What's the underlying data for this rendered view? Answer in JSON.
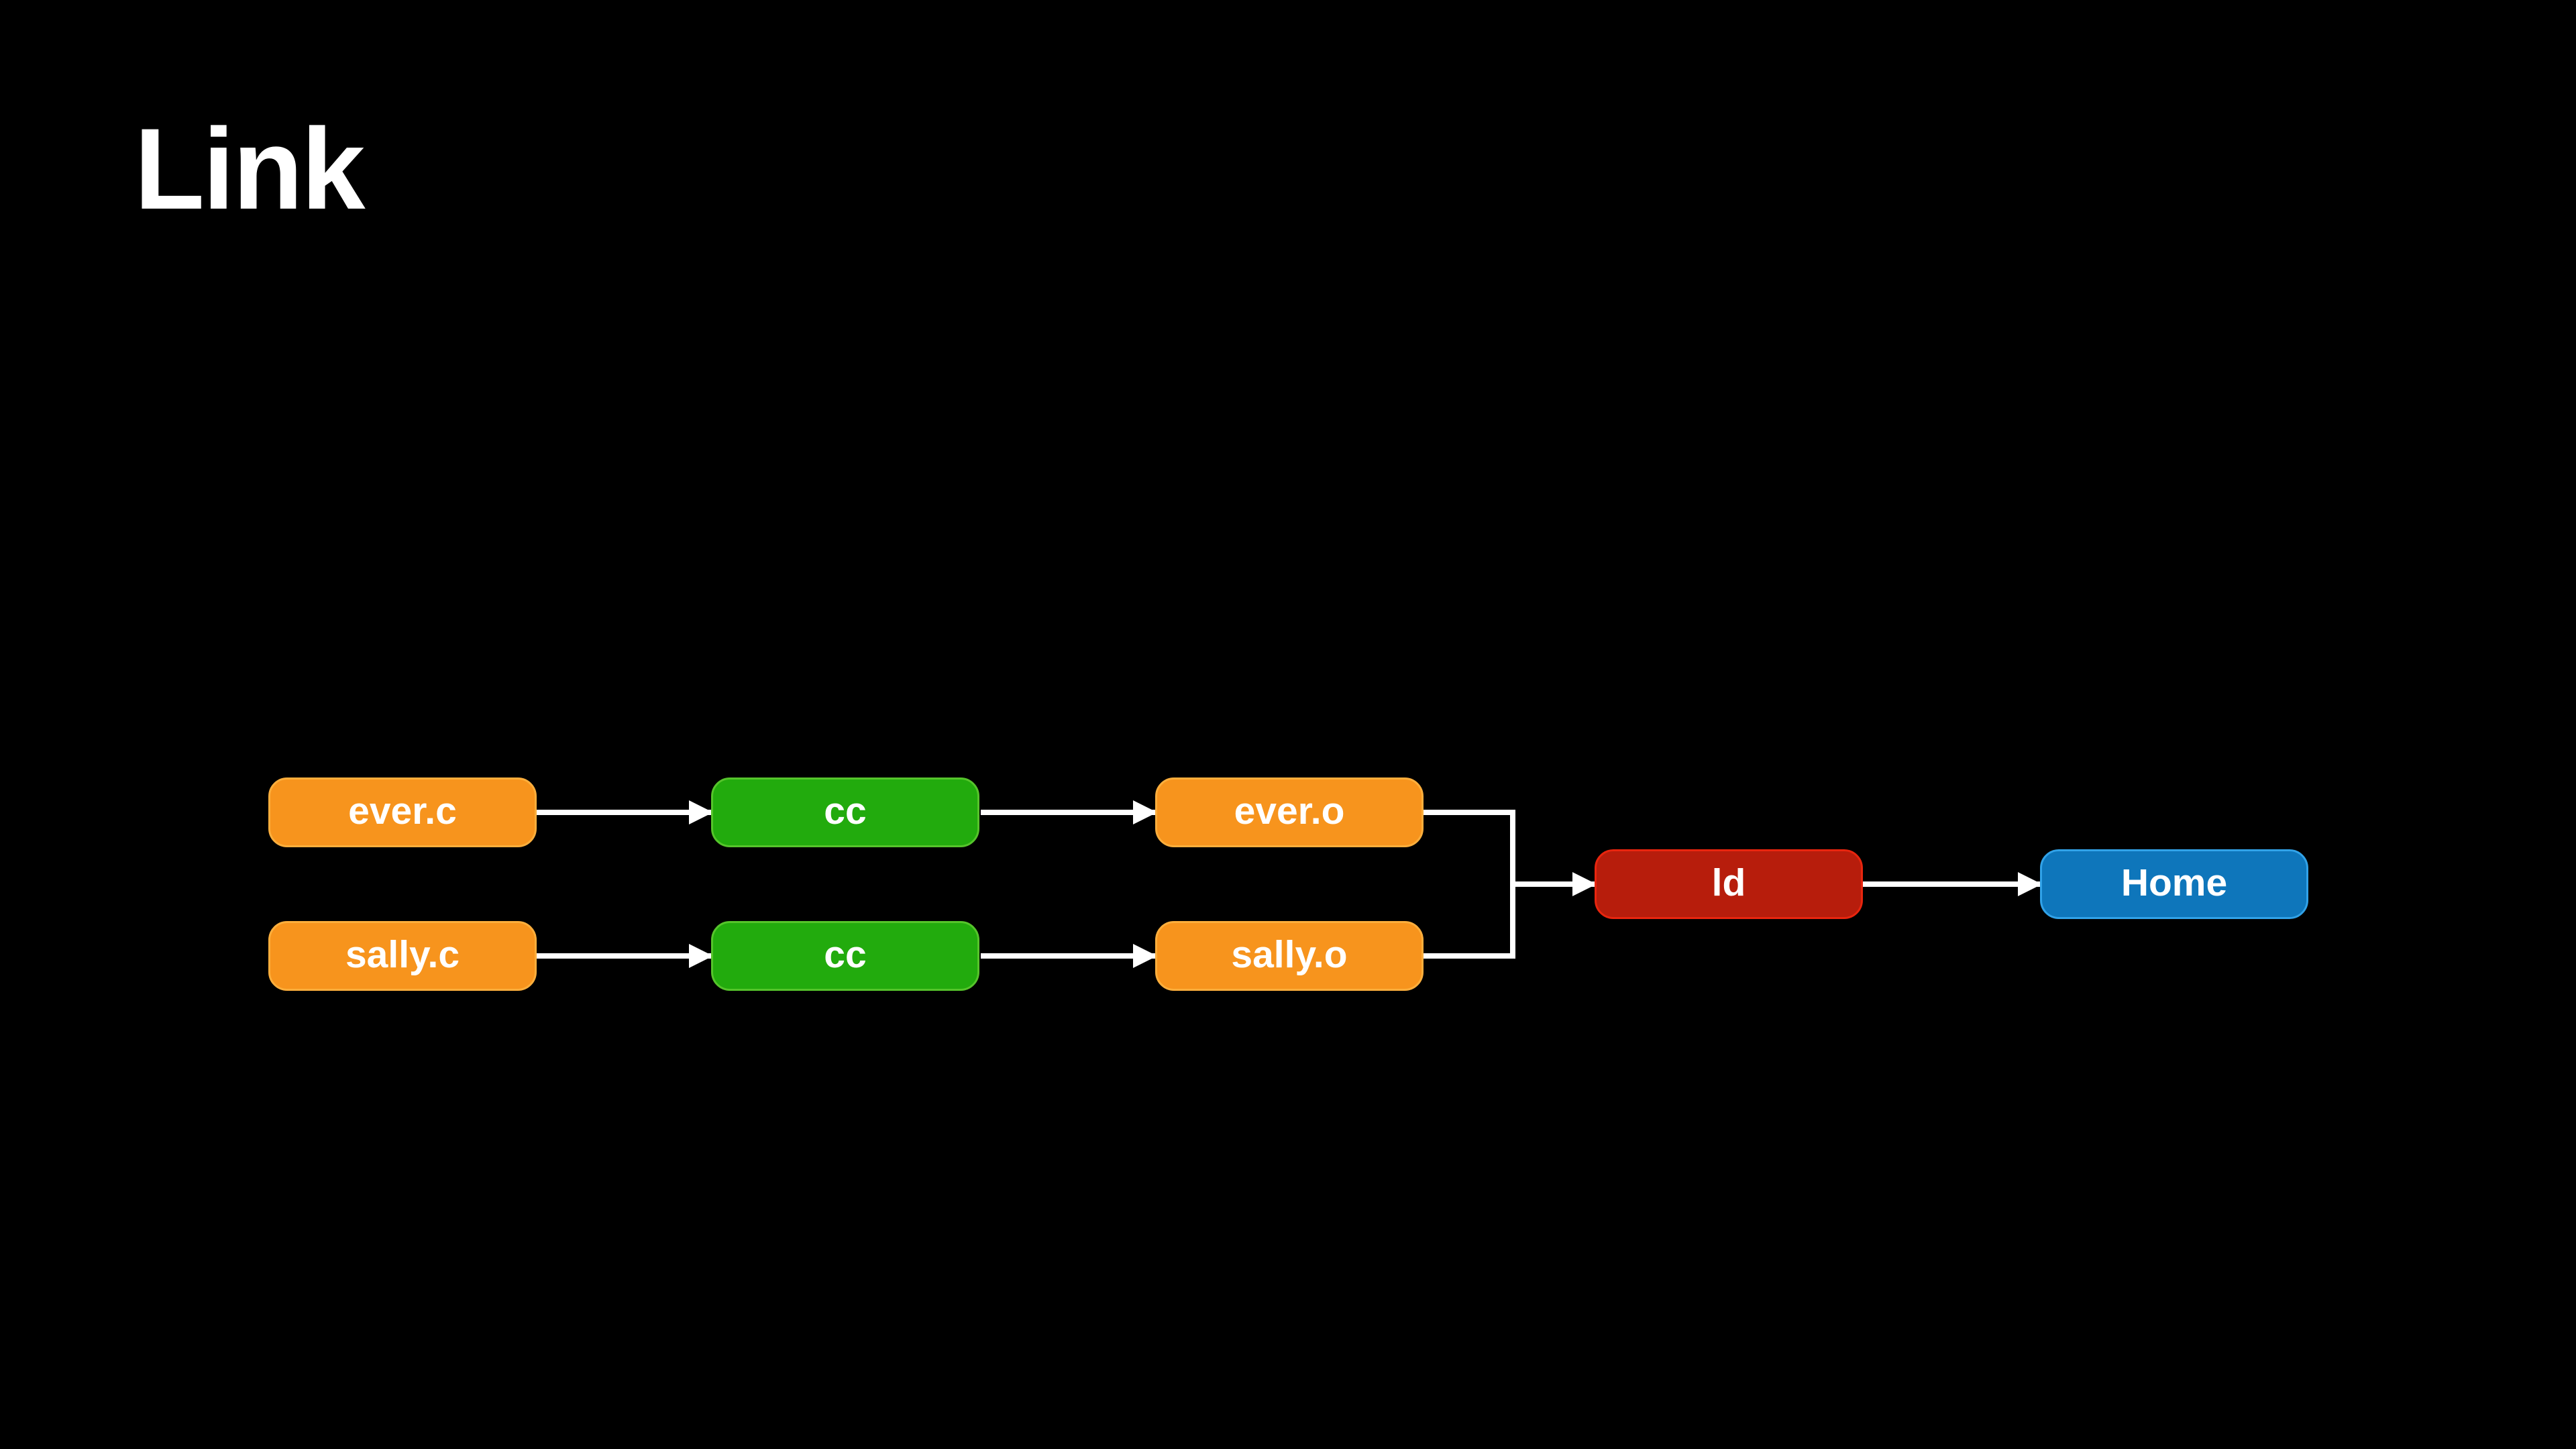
{
  "slide": {
    "title": "Link",
    "background_color": "#000000",
    "title_color": "#FFFFFF"
  },
  "diagram": {
    "arrow_color": "#FFFFFF",
    "text_color": "#FFFFFF",
    "nodes": [
      {
        "id": "ever.c",
        "label": "ever.c",
        "fill": "#F7941D",
        "border": "#FCAE3C"
      },
      {
        "id": "cc-top",
        "label": "cc",
        "fill": "#22AB0D",
        "border": "#55C42B"
      },
      {
        "id": "ever.o",
        "label": "ever.o",
        "fill": "#F7941D",
        "border": "#FCAE3C"
      },
      {
        "id": "sally.c",
        "label": "sally.c",
        "fill": "#F7941D",
        "border": "#FCAE3C"
      },
      {
        "id": "cc-bottom",
        "label": "cc",
        "fill": "#22AB0D",
        "border": "#55C42B"
      },
      {
        "id": "sally.o",
        "label": "sally.o",
        "fill": "#F7941D",
        "border": "#FCAE3C"
      },
      {
        "id": "ld",
        "label": "ld",
        "fill": "#B71D0C",
        "border": "#E8250E"
      },
      {
        "id": "home",
        "label": "Home",
        "fill": "#0E76BB",
        "border": "#31A2E8"
      }
    ],
    "edges": [
      {
        "from": "ever.c",
        "to": "cc-top"
      },
      {
        "from": "cc-top",
        "to": "ever.o"
      },
      {
        "from": "sally.c",
        "to": "cc-bottom"
      },
      {
        "from": "cc-bottom",
        "to": "sally.o"
      },
      {
        "from": "ever.o",
        "to": "ld"
      },
      {
        "from": "sally.o",
        "to": "ld"
      },
      {
        "from": "ld",
        "to": "home"
      }
    ]
  }
}
